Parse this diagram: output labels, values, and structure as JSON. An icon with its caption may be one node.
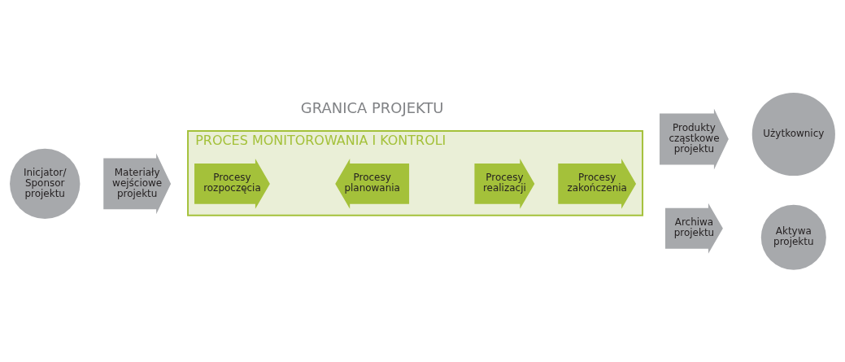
{
  "diagram": {
    "nodes": [
      {
        "text": [
          "Inicjator/ Sponsor projektu"
        ]
      },
      {
        "text": [
          "Materiały wejściowe projektu"
        ]
      },
      {
        "text": [
          "PROCES MONITOROWANIA I KONTROLI"
        ]
      },
      {
        "text": [
          "Procesy rozpoczęcia"
        ],
        "in": 2
      },
      {
        "text": [
          "Procesy planowania"
        ],
        "in": 2
      },
      {
        "text": [
          "Procesy realizacji"
        ],
        "in": 2
      },
      {
        "text": [
          "Procesy zakończenia"
        ],
        "in": 2
      },
      {
        "text": [
          "Produkty cząstkowe projektu"
        ]
      },
      {
        "text": [
          "Użytkownicy"
        ]
      },
      {
        "text": [
          "Archiwa projektu"
        ]
      },
      {
        "text": [
          "Aktywa projektu"
        ]
      }
    ],
    "edges": [],
    "labels": [
      "GRANICA PROJEKTU"
    ]
  }
}
